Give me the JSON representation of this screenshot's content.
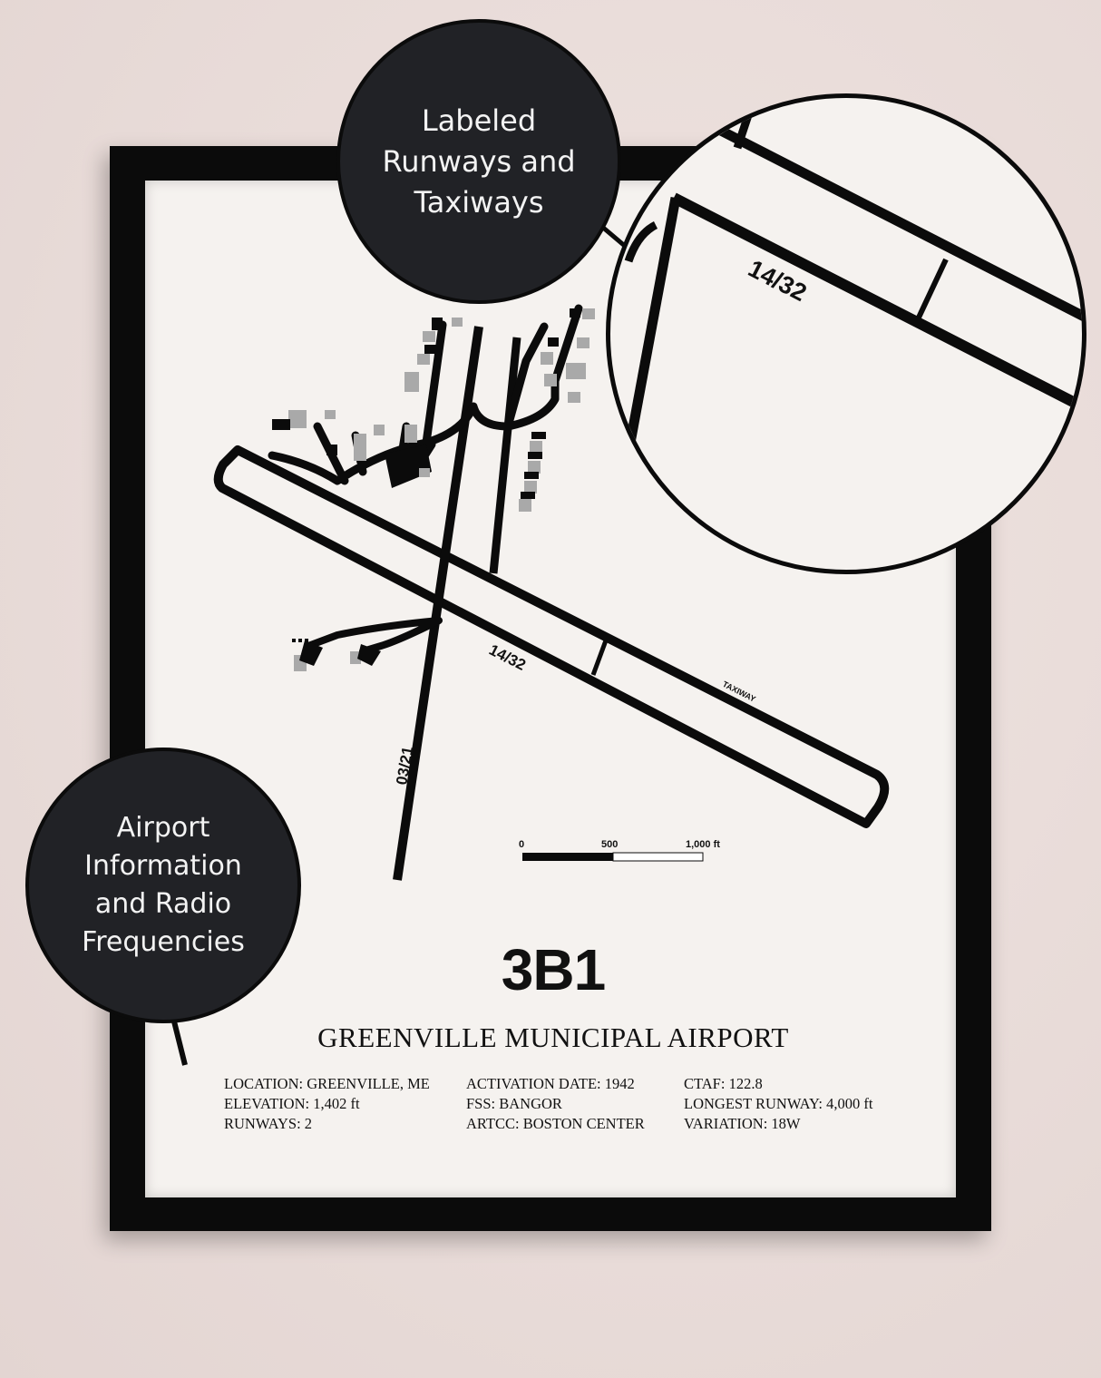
{
  "callouts": {
    "top": [
      "Labeled",
      "Runways and",
      "Taxiways"
    ],
    "left": [
      "Airport",
      "Information",
      "and Radio",
      "Frequencies"
    ]
  },
  "map": {
    "runway_main_label": "14/32",
    "runway_cross_label": "03/21",
    "taxiway_label": "TAXIWAY",
    "scale": {
      "start": "0",
      "mid": "500",
      "end": "1,000 ft"
    }
  },
  "zoom": {
    "runway_label": "14/32"
  },
  "poster": {
    "code": "3B1",
    "name": "GREENVILLE MUNICIPAL AIRPORT",
    "info": {
      "col1": [
        "LOCATION: GREENVILLE, ME",
        "ELEVATION: 1,402 ft",
        "RUNWAYS: 2"
      ],
      "col2": [
        "ACTIVATION DATE: 1942",
        "FSS: BANGOR",
        "ARTCC: BOSTON CENTER"
      ],
      "col3": [
        "CTAF: 122.8",
        "LONGEST RUNWAY: 4,000 ft",
        "VARIATION: 18W"
      ]
    }
  }
}
